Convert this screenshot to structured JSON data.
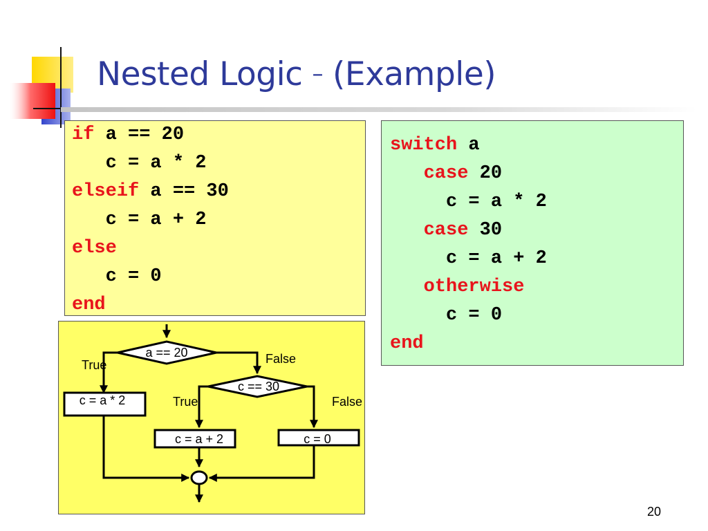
{
  "slide": {
    "title_main": "Nested Logic",
    "title_dash": "–",
    "title_paren": "(Example)",
    "page_number": "20"
  },
  "if_code": [
    {
      "kw": "if",
      "rest": " a == 20"
    },
    {
      "kw": "",
      "rest": "   c = a * 2"
    },
    {
      "kw": "elseif",
      "rest": " a == 30"
    },
    {
      "kw": "",
      "rest": "   c = a + 2"
    },
    {
      "kw": "else",
      "rest": ""
    },
    {
      "kw": "",
      "rest": "   c = 0"
    },
    {
      "kw": "end",
      "rest": ""
    }
  ],
  "switch_code": [
    {
      "indent": "",
      "kw": "switch",
      "rest": " a"
    },
    {
      "indent": "   ",
      "kw": "case",
      "rest": " 20"
    },
    {
      "indent": "",
      "kw": "",
      "rest": "     c = a * 2"
    },
    {
      "indent": "   ",
      "kw": "case",
      "rest": " 30"
    },
    {
      "indent": "",
      "kw": "",
      "rest": "     c = a + 2"
    },
    {
      "indent": "   ",
      "kw": "otherwise",
      "rest": ""
    },
    {
      "indent": "",
      "kw": "",
      "rest": "     c = 0"
    },
    {
      "indent": "",
      "kw": "end",
      "rest": ""
    }
  ],
  "flowchart": {
    "decision1": "a == 20",
    "decision2": "c == 30",
    "true_label_1": "True",
    "false_label_1": "False",
    "true_label_2": "True",
    "false_label_2": "False",
    "process1": "c = a * 2",
    "process2": "c = a + 2",
    "process3": "c = 0"
  },
  "colors": {
    "title": "#2e3a9a",
    "keyword": "#e8141c",
    "if_panel": "#ffff9b",
    "switch_panel": "#ccffcc",
    "flow_panel": "#ffff66"
  }
}
